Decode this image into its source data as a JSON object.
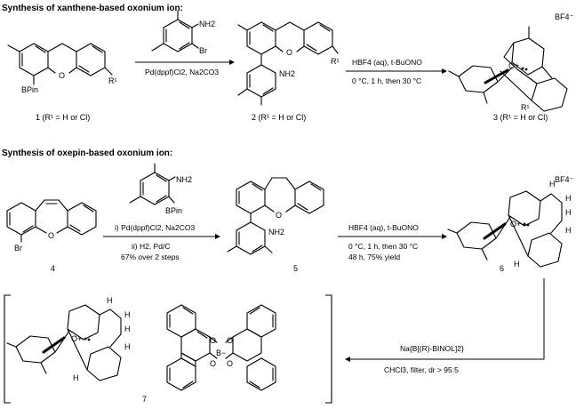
{
  "sections": {
    "xanthene_title": "Synthesis of xanthene-based oxonium ion:",
    "oxepin_title": "Synthesis of oxepin-based oxonium ion:"
  },
  "compounds": {
    "c1": "1 (R¹ = H or Cl)",
    "c2": "2 (R¹ = H or Cl)",
    "c3": "3 (R¹ = H or Cl)",
    "c4": "4",
    "c5": "5",
    "c6": "6",
    "c7": "7"
  },
  "reagents": {
    "r1_top_nh2": "NH2",
    "r1_top_br": "Br",
    "r1_cond": "Pd(dppf)Cl2, Na2CO3",
    "r2_line1": "HBF4 (aq), t-BuONO",
    "r2_line2": "0 °C, 1 h, then 30 °C",
    "r3_top_nh2": "NH2",
    "r3_top_bpin": "BPin",
    "r3_line1": "i) Pd(dppf)Cl2, Na2CO3",
    "r3_line2": "ii) H2, Pd/C",
    "r3_line3": "67% over 2 steps",
    "r4_line1": "HBF4 (aq), t-BuONO",
    "r4_line2": "0 °C, 1 h, then 30 °C",
    "r4_line3": "48 h, 75% yield",
    "r5_line1": "Na{B[(R)-BINOL]2}",
    "r5_line2": "CHCl3, filter, dr > 95:5"
  },
  "atoms": {
    "bpin": "BPin",
    "o": "O",
    "r1": "R¹",
    "nh2": "NH2",
    "bf4": "BF4⁻",
    "o_plus": "O+",
    "br": "Br",
    "h": "H",
    "b_minus": "B−"
  }
}
